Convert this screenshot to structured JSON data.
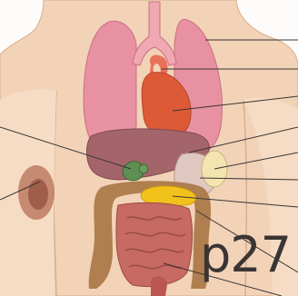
{
  "diagram": {
    "page_label": "p27",
    "colors": {
      "background": "#fdfcfa",
      "skin": "#f2d3b8",
      "skin_outline": "#d9ad8c",
      "lungs": "#e891a2",
      "trachea": "#f0a8b3",
      "heart": "#dc5a36",
      "aorta": "#e8735a",
      "liver": "#a4656a",
      "gallbladder": "#5f8f52",
      "stomach": "#e0c8c0",
      "pancreas": "#f1c21b",
      "colon": "#a87544",
      "small_intestine": "#c76a63",
      "spleen": "#f4e4b0",
      "bruise": "#b1664b",
      "leader_line": "#3a3533"
    },
    "organs": [
      "lungs",
      "trachea",
      "heart",
      "liver",
      "gallbladder",
      "stomach",
      "spleen",
      "pancreas",
      "colon",
      "small-intestine",
      "rectum"
    ],
    "icons": [
      "anatomy-torso-illustration"
    ]
  }
}
